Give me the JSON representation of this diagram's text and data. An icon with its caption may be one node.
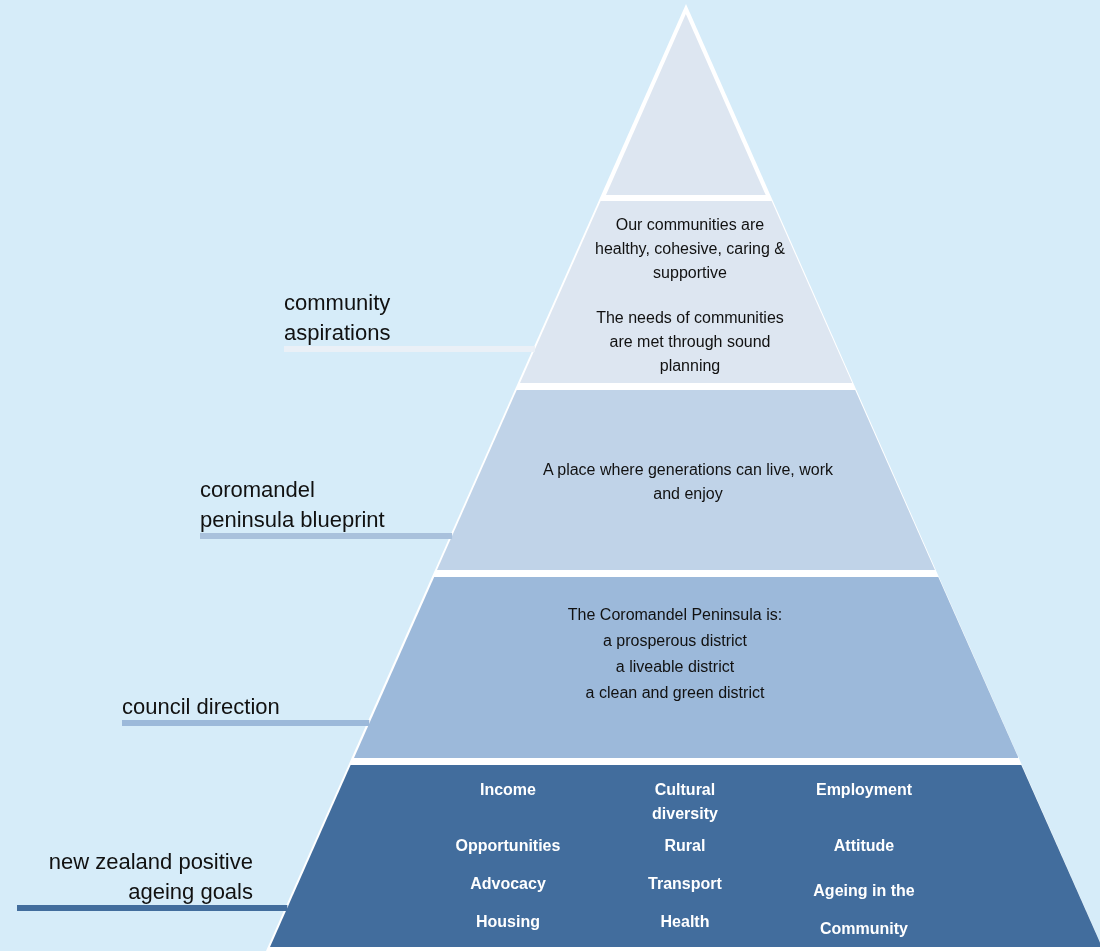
{
  "diagram": {
    "nodes": [
      {
        "text": [],
        "shape": "triangle"
      },
      {
        "text": [
          "Our communities are healthy, cohesive, caring & supportive",
          "The needs of communities are met through sound planning"
        ]
      },
      {
        "text": [
          "A place where generations can live, work and enjoy"
        ]
      },
      {
        "text": [
          "The Coromandel Peninsula is:",
          "a prosperous district",
          "a liveable district",
          "a clean and green district"
        ]
      },
      {
        "text": [
          "Income",
          "Cultural diversity",
          "Employment",
          "Opportunities",
          "Rural",
          "Attitude",
          "Advocacy",
          "Transport",
          "Ageing in the Community",
          "Housing",
          "Health"
        ]
      },
      {
        "text": [
          "community aspirations"
        ]
      },
      {
        "text": [
          "coromandel peninsula blueprint"
        ]
      },
      {
        "text": [
          "council direction"
        ]
      },
      {
        "text": [
          "new zealand positive ageing goals"
        ]
      }
    ],
    "edges": [
      {
        "from": 5,
        "to": 1,
        "arrow": "none",
        "color": "#eaf0f7"
      },
      {
        "from": 6,
        "to": 2,
        "arrow": "none",
        "color": "#a9c1dc"
      },
      {
        "from": 7,
        "to": 3,
        "arrow": "none",
        "color": "#9cb9da"
      },
      {
        "from": 8,
        "to": 4,
        "arrow": "none",
        "color": "#426d9d"
      }
    ]
  }
}
